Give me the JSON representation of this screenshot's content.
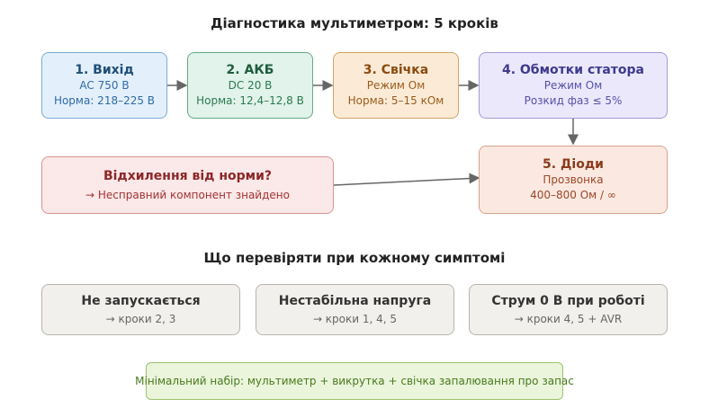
{
  "title": "Діагностика мультиметром: 5 кроків",
  "steps": [
    {
      "heading": "1. Вихід",
      "line1": "AC 750 В",
      "line2": "Норма: 218–225 В"
    },
    {
      "heading": "2. АКБ",
      "line1": "DC 20 В",
      "line2": "Норма: 12,4–12,8 В"
    },
    {
      "heading": "3. Свічка",
      "line1": "Режим Ом",
      "line2": "Норма: 5–15 кОм"
    },
    {
      "heading": "4. Обмотки статора",
      "line1": "Режим Ом",
      "line2": "Розкид фаз ≤ 5%"
    },
    {
      "heading": "5. Діоди",
      "line1": "Прозвонка",
      "line2": "400–800 Ом / ∞"
    }
  ],
  "deviation": {
    "heading": "Відхилення від норми?",
    "text": "→ Несправний компонент знайдено"
  },
  "symptoms_title": "Що перевіряти при кожному симптомі",
  "symptoms": [
    {
      "heading": "Не запускається",
      "text": "→ кроки 2, 3"
    },
    {
      "heading": "Нестабільна напруга",
      "text": "→ кроки 1, 4, 5"
    },
    {
      "heading": "Струм 0 В при роботі",
      "text": "→ кроки 4, 5 + AVR"
    }
  ],
  "note": "Мінімальний набір: мультиметр + викрутка + свічка запалювання про запас",
  "colors": {
    "step1": "#e3f0fb",
    "step2": "#e1f3ea",
    "step3": "#fbebd6",
    "step4": "#ebe8fb",
    "step5": "#fbe9e1",
    "deviation": "#fbe8e8",
    "symptom": "#f2f0ec",
    "note": "#eaf5dc",
    "arrow": "#666666"
  }
}
